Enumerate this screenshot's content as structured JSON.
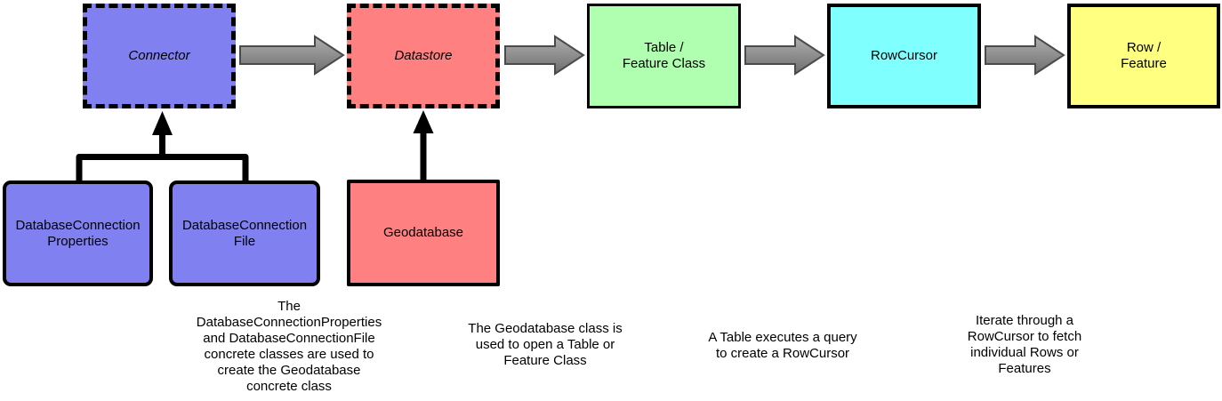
{
  "diagram": {
    "title_hint": "Geodatabase API class flow diagram",
    "flow_boxes": [
      {
        "label": "Connector",
        "color": "#8080F0",
        "border": "dashed",
        "text_style": "italic"
      },
      {
        "label": "Datastore",
        "color": "#FF8080",
        "border": "dashed",
        "text_style": "italic"
      },
      {
        "label": "Table /\nFeature Class",
        "color": "#B0FFB0",
        "border": "solid",
        "text_style": "normal"
      },
      {
        "label": "RowCursor",
        "color": "#80FFFF",
        "border": "solid",
        "text_style": "normal"
      },
      {
        "label": "Row /\nFeature",
        "color": "#FFFF80",
        "border": "solid",
        "text_style": "normal"
      }
    ],
    "concrete_boxes": [
      {
        "label": "DatabaseConnection\nProperties",
        "color": "#8080F0",
        "connects_to": "Connector"
      },
      {
        "label": "DatabaseConnection\nFile",
        "color": "#8080F0",
        "connects_to": "Connector"
      },
      {
        "label": "Geodatabase",
        "color": "#FF8080",
        "connects_to": "Datastore"
      }
    ],
    "captions": [
      {
        "text": "The\nDatabaseConnectionProperties\nand DatabaseConnectionFile\nconcrete classes are used to\ncreate the Geodatabase\nconcrete class"
      },
      {
        "text": "The Geodatabase class is\nused to open a Table or\nFeature Class"
      },
      {
        "text": "A Table executes a query\nto create a RowCursor"
      },
      {
        "text": "Iterate through a\nRowCursor to fetch\nindividual Rows or\nFeatures"
      }
    ],
    "colors": {
      "flow_arrow_fill_top": "#AFAFAF",
      "flow_arrow_fill_bottom": "#6E6E6E",
      "flow_arrow_outline": "#4A4A4A",
      "inheritance_line": "#000000",
      "background": "#FFFFFF"
    }
  }
}
